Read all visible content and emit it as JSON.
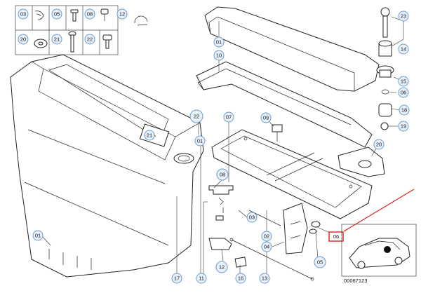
{
  "callouts": {
    "c03": "03",
    "c05": "05",
    "c08": "08",
    "c12": "12",
    "c20": "20",
    "c21": "21",
    "c22": "22",
    "c01a": "01",
    "c10": "10",
    "c23": "23",
    "c14": "14",
    "c15": "15",
    "c06a": "06",
    "c18": "18",
    "c19": "19",
    "c20b": "20",
    "c22b": "22",
    "c21b": "21",
    "c01b": "01",
    "c07": "07",
    "c09": "09",
    "c08b": "08",
    "c03b": "03",
    "c02": "02",
    "c04": "04",
    "c05b": "05",
    "c01c": "01",
    "c17": "17",
    "c11": "11",
    "c12b": "12",
    "c16": "16",
    "c13": "13"
  },
  "highlight": {
    "label": "06"
  },
  "catalog_number": "00067123",
  "colors": {
    "callout_fill": "#e8f1fb",
    "callout_stroke": "#6a9bd0",
    "highlight": "#d92020"
  }
}
